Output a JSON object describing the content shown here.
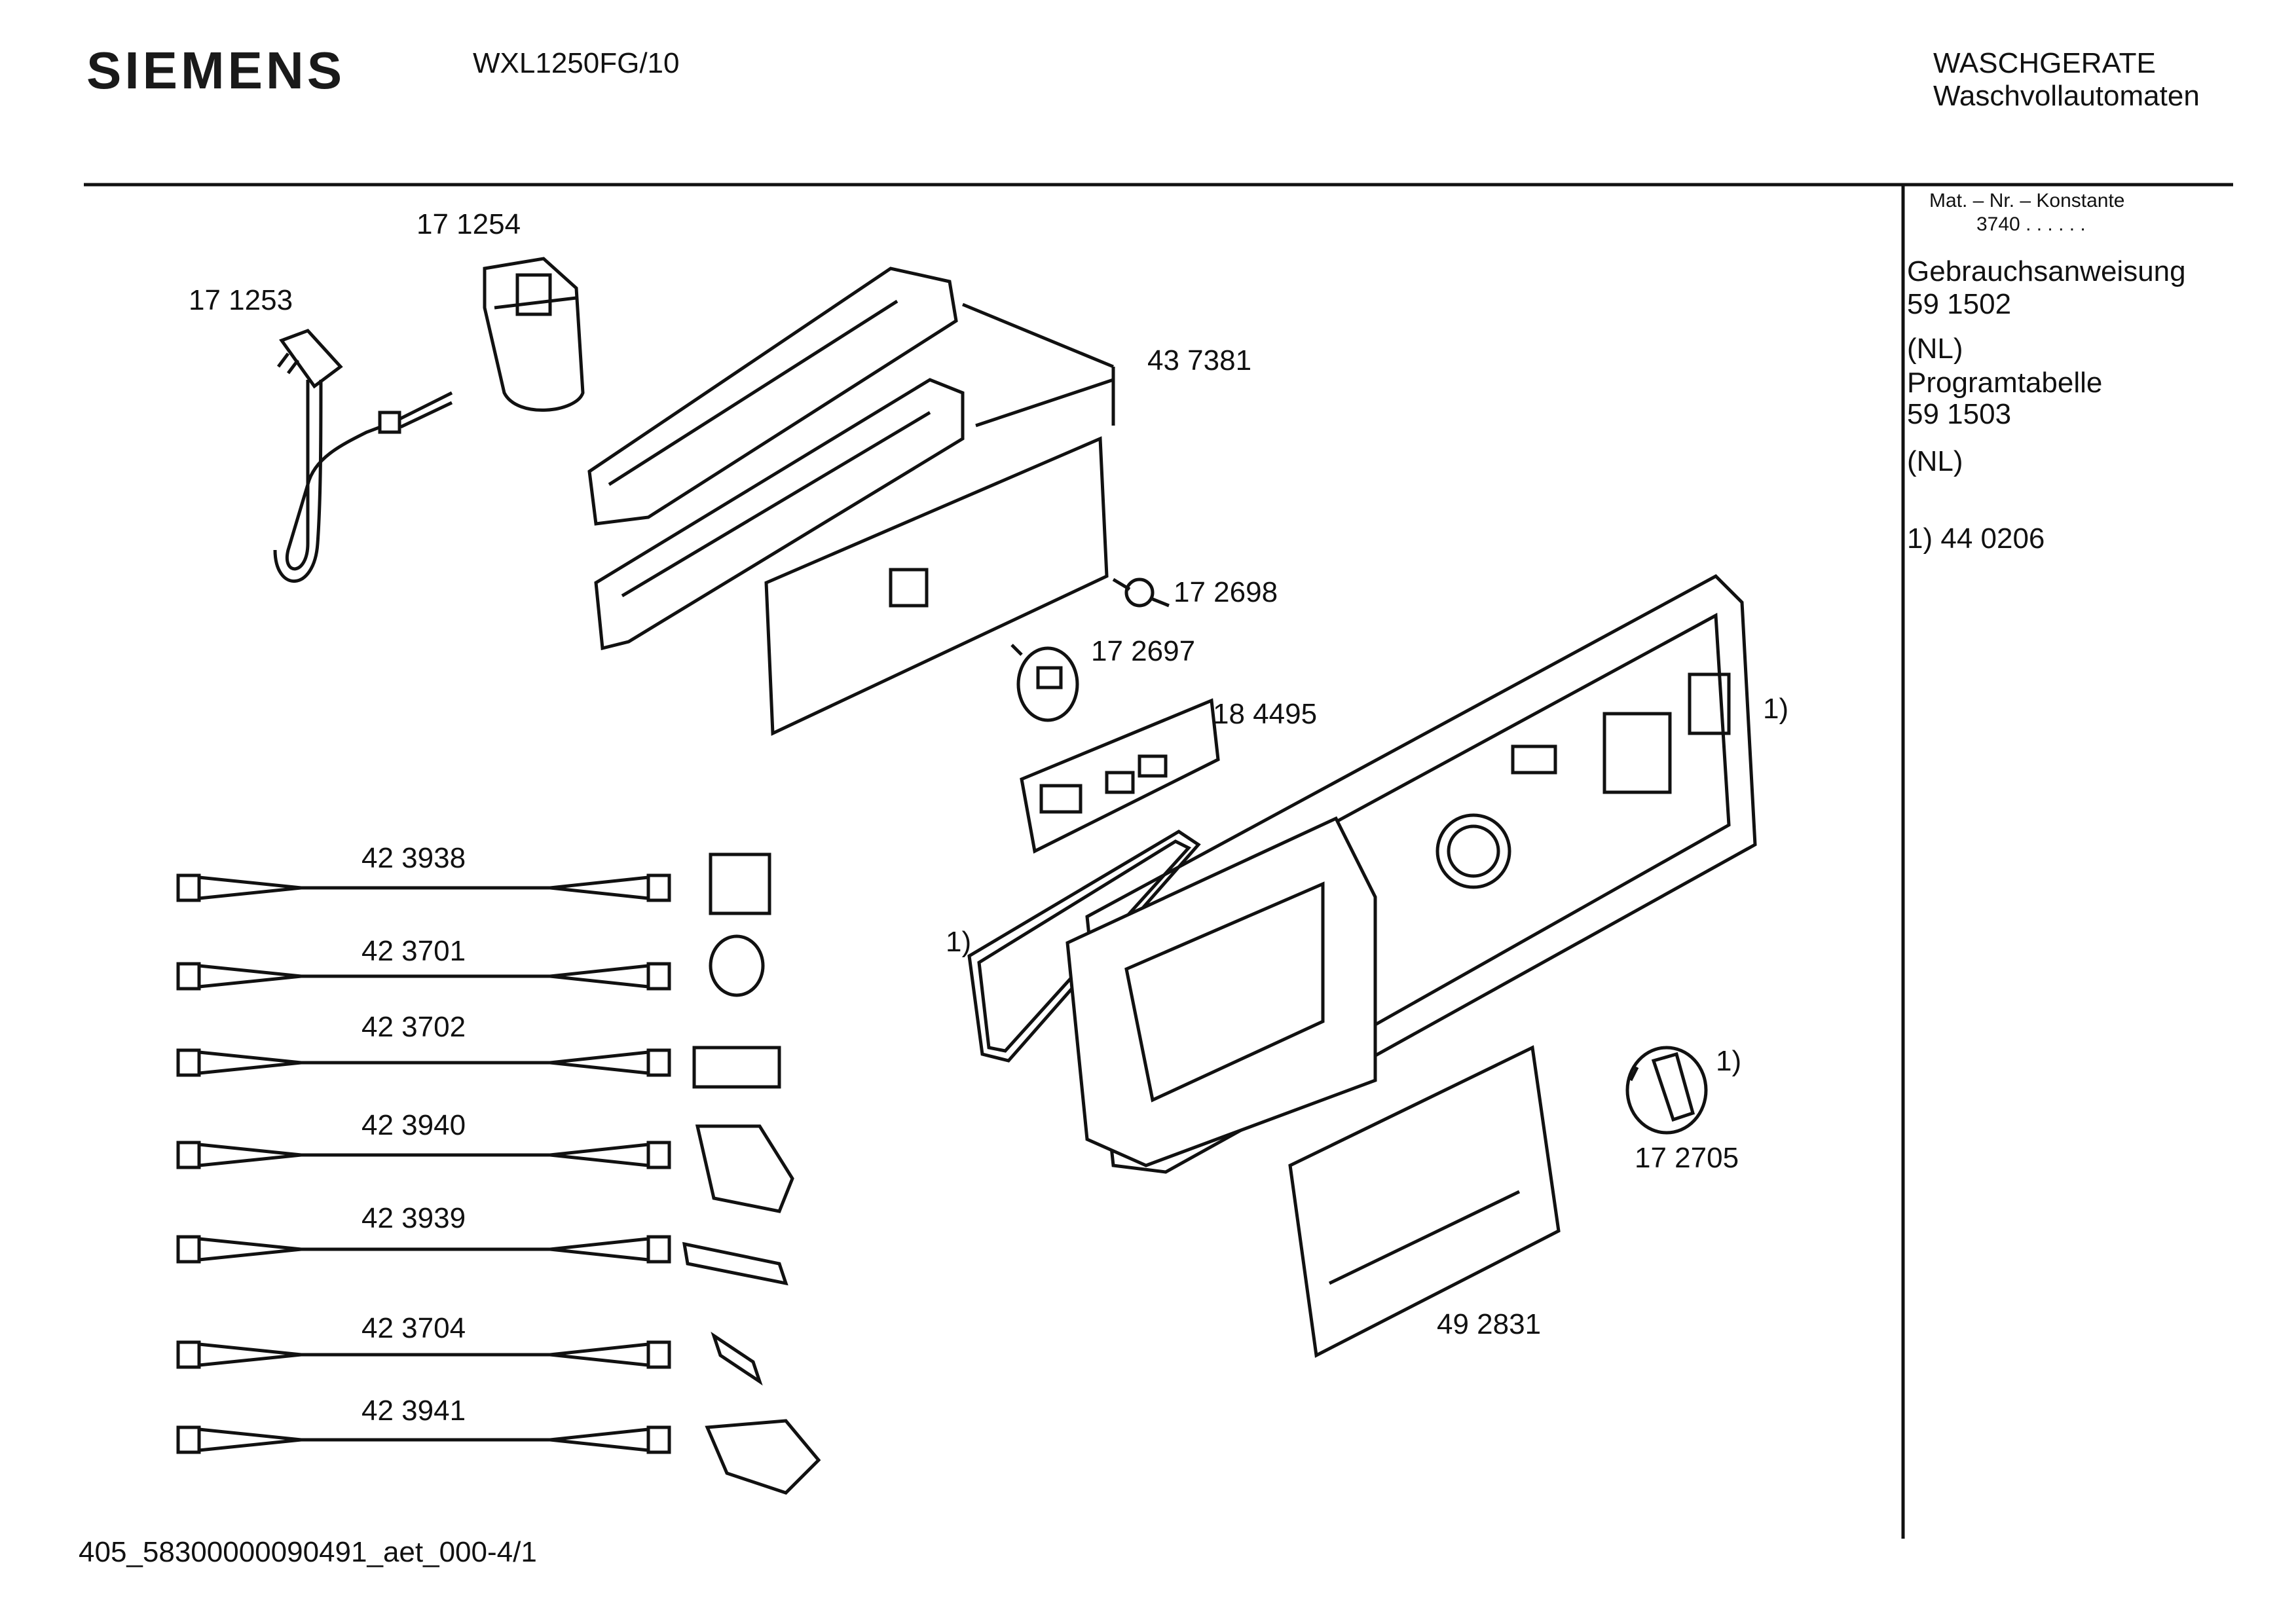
{
  "header": {
    "brand": "SIEMENS",
    "model": "WXL1250FG/10",
    "category": "WASCHGERATE",
    "subcategory": "Waschvollautomaten"
  },
  "sidebar": {
    "const_label": "Mat. – Nr. – Konstante",
    "const_value": "3740 . . . . . .",
    "manual_label": "Gebrauchsanweisung",
    "manual_number": "59 1502",
    "manual_lang": "(NL)",
    "table_label": "Programtabelle",
    "table_number": "59 1503",
    "table_lang": "(NL)",
    "footnote": "1)  44 0206"
  },
  "parts": {
    "p171254": "17 1254",
    "p171253": "17 1253",
    "p437381": "43 7381",
    "p172698": "17 2698",
    "p172697": "17 2697",
    "p184495": "18 4495",
    "p172705": "17 2705",
    "p492831": "49 2831",
    "fn_panel": "1)",
    "fn_gasket": "1)",
    "fn_knob": "1)"
  },
  "cables": [
    {
      "number": "42 3938"
    },
    {
      "number": "42 3701"
    },
    {
      "number": "42 3702"
    },
    {
      "number": "42 3940"
    },
    {
      "number": "42 3939"
    },
    {
      "number": "42 3704"
    },
    {
      "number": "42 3941"
    }
  ],
  "footer": {
    "code": "405_58300000090491_aet_000-4/1"
  }
}
